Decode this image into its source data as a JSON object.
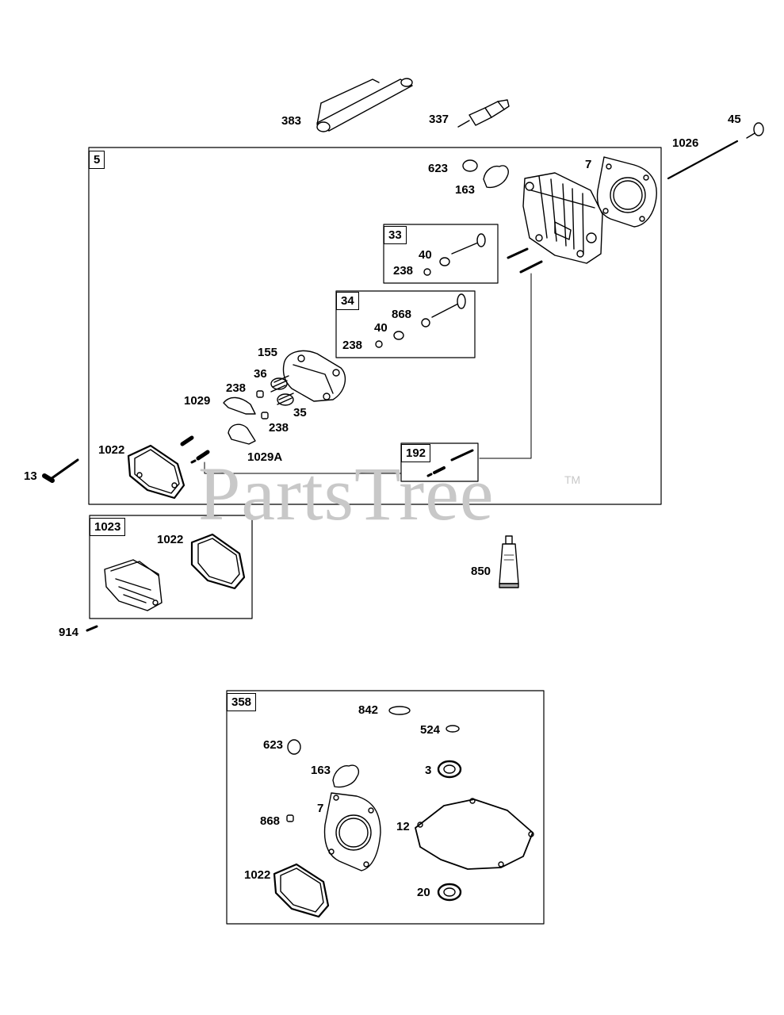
{
  "watermark": {
    "text": "PartsTree",
    "mark": "TM"
  },
  "groups": [
    {
      "id": "5"
    },
    {
      "id": "33"
    },
    {
      "id": "34"
    },
    {
      "id": "192"
    },
    {
      "id": "1023"
    },
    {
      "id": "358"
    }
  ],
  "labels": {
    "p383": "383",
    "p337": "337",
    "p45": "45",
    "p1026": "1026",
    "p623": "623",
    "p163": "163",
    "p7": "7",
    "p33_40": "40",
    "p33_238": "238",
    "p34_868": "868",
    "p34_40": "40",
    "p34_238": "238",
    "p155": "155",
    "p36": "36",
    "p238a": "238",
    "p1029": "1029",
    "p35": "35",
    "p238b": "238",
    "p1022": "1022",
    "p1029A": "1029A",
    "p13": "13",
    "p1023_1022": "1022",
    "p850": "850",
    "p914": "914",
    "k842": "842",
    "k524": "524",
    "k623": "623",
    "k163": "163",
    "k3": "3",
    "k868": "868",
    "k7": "7",
    "k12": "12",
    "k1022": "1022",
    "k20": "20"
  },
  "icons": [
    "valve-tool",
    "spark-plug",
    "valve-cap",
    "push-rod",
    "seal-ring",
    "gasket",
    "cylinder-head",
    "valve",
    "rocker-arm",
    "rocker-cover",
    "valve-spring",
    "bolt",
    "stud",
    "sealant-tube",
    "crankcase-gasket",
    "oil-seal"
  ]
}
